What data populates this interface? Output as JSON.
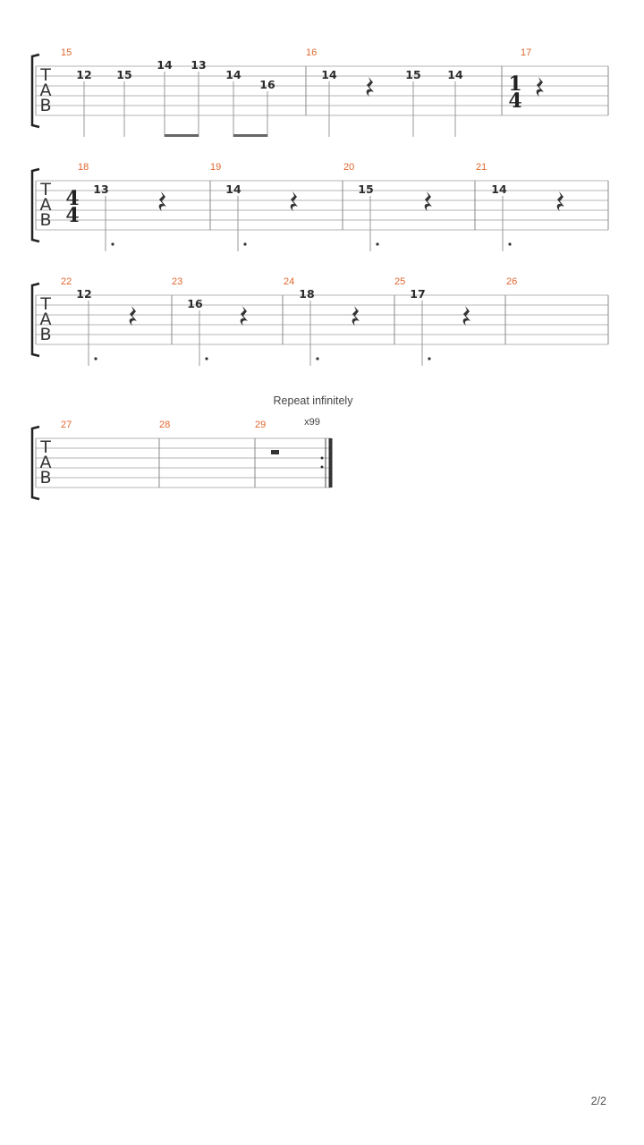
{
  "tab_clef": [
    "T",
    "A",
    "B"
  ],
  "systems": [
    {
      "measures": [
        {
          "number": "15",
          "notes": [
            {
              "fret": "12",
              "beam": ""
            },
            {
              "fret": "15",
              "beam": ""
            },
            {
              "fret": "14",
              "beam": "a"
            },
            {
              "fret": "13",
              "beam": "a"
            },
            {
              "fret": "14",
              "beam": "b"
            },
            {
              "fret": "16",
              "beam": "b"
            }
          ]
        },
        {
          "number": "16",
          "notes": [
            {
              "fret": "14",
              "beam": ""
            },
            {
              "rest": "quarter"
            },
            {
              "fret": "15",
              "beam": ""
            },
            {
              "fret": "14",
              "beam": ""
            }
          ]
        },
        {
          "number": "17",
          "time_signature": [
            "1",
            "4"
          ],
          "notes": [
            {
              "rest": "quarter"
            }
          ]
        }
      ]
    },
    {
      "measures": [
        {
          "number": "18",
          "time_signature": [
            "4",
            "4"
          ],
          "notes": [
            {
              "fret": "13",
              "dotted": true
            },
            {
              "rest": "quarter"
            }
          ]
        },
        {
          "number": "19",
          "notes": [
            {
              "fret": "14",
              "dotted": true
            },
            {
              "rest": "quarter"
            }
          ]
        },
        {
          "number": "20",
          "notes": [
            {
              "fret": "15",
              "dotted": true
            },
            {
              "rest": "quarter"
            }
          ]
        },
        {
          "number": "21",
          "notes": [
            {
              "fret": "14",
              "dotted": true
            },
            {
              "rest": "quarter"
            }
          ]
        }
      ]
    },
    {
      "measures": [
        {
          "number": "22",
          "notes": [
            {
              "fret": "12",
              "dotted": true
            },
            {
              "rest": "quarter"
            }
          ]
        },
        {
          "number": "23",
          "notes": [
            {
              "fret": "16",
              "dotted": true
            },
            {
              "rest": "quarter"
            }
          ]
        },
        {
          "number": "24",
          "notes": [
            {
              "fret": "18",
              "dotted": true
            },
            {
              "rest": "quarter"
            }
          ]
        },
        {
          "number": "25",
          "notes": [
            {
              "fret": "17",
              "dotted": true
            },
            {
              "rest": "quarter"
            }
          ]
        },
        {
          "number": "26",
          "notes": []
        }
      ]
    },
    {
      "measures": [
        {
          "number": "27",
          "notes": []
        },
        {
          "number": "28",
          "notes": []
        },
        {
          "number": "29",
          "notes": [
            {
              "rest": "half"
            }
          ],
          "end_repeat": true
        }
      ]
    }
  ],
  "annotation": "Repeat infinitely",
  "repeat_count": "x99",
  "page_number": "2/2",
  "colors": {
    "measure_number": "#e0662e",
    "staff_line": "#b4b4b4",
    "ink": "#2b2b2b"
  }
}
